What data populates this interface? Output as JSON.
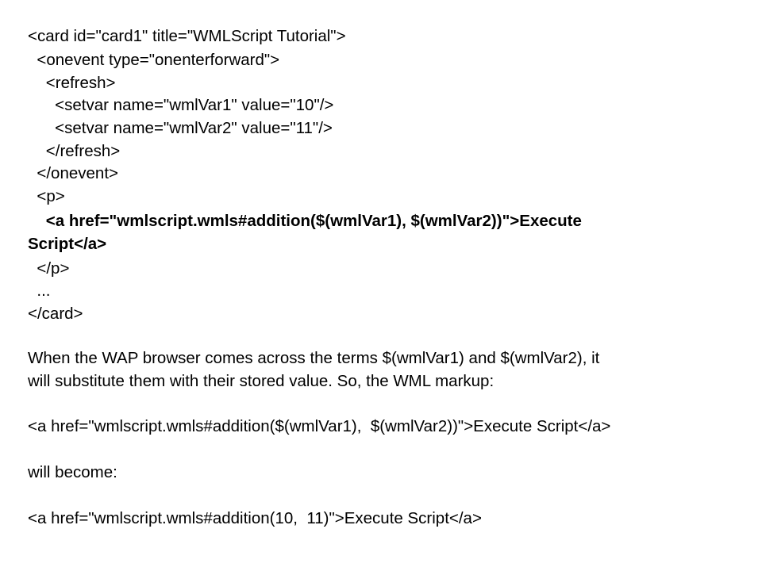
{
  "code_block": {
    "lines": [
      "<card id=\"card1\" title=\"WMLScript Tutorial\">",
      "  <onevent type=\"onenterforward\">",
      "    <refresh>",
      "      <setvar name=\"wmlVar1\" value=\"10\"/>",
      "      <setvar name=\"wmlVar2\" value=\"11\"/>",
      "    </refresh>",
      "  </onevent>",
      "  <p>",
      "    <a href=\"wmlscript.wmls#addition($(wmlVar1), $(wmlVar2))\">Execute",
      "Script</a>",
      "  </p>",
      "  ...",
      "</card>"
    ]
  },
  "explanation": {
    "line1": "When the WAP browser comes across the terms $(wmlVar1) and $(wmlVar2), it",
    "line2": "will substitute them with their stored value. So, the WML markup:"
  },
  "example_before": "<a href=\"wmlscript.wmls#addition($(wmlVar1),  $(wmlVar2))\">Execute Script</a>",
  "will_become": "will become:",
  "example_after": "<a href=\"wmlscript.wmls#addition(10,  11)\">Execute Script</a>"
}
